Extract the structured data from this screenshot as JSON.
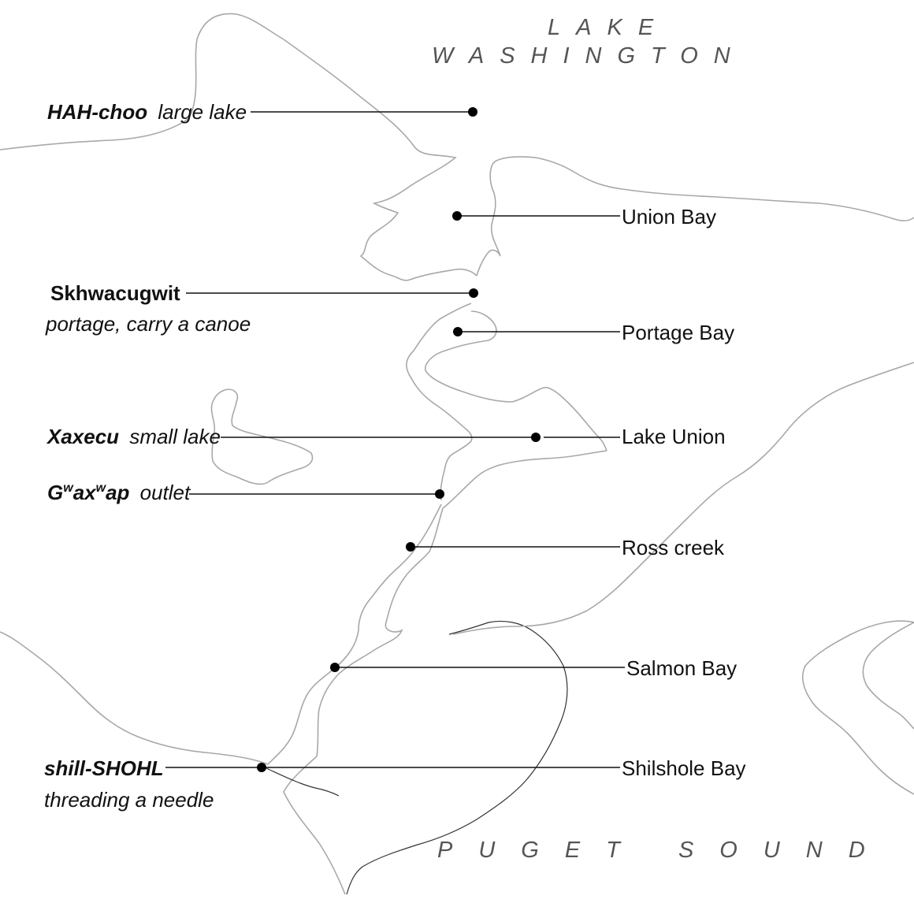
{
  "water_labels": {
    "lake_washington_line1": "LAKE",
    "lake_washington_line2": "WASHINGTON",
    "puget_sound": "PUGET SOUND"
  },
  "places": {
    "hah_choo": {
      "name": "HAH-choo",
      "meaning": "large lake"
    },
    "union_bay": {
      "name": "Union Bay"
    },
    "skhwacugwit": {
      "name": "Skhwacugwit",
      "meaning": "portage, carry a canoe"
    },
    "portage_bay": {
      "name": "Portage Bay"
    },
    "xaxecu": {
      "name": "Xaxecu",
      "meaning": "small lake"
    },
    "lake_union": {
      "name": "Lake Union"
    },
    "gwaxwap": {
      "name_part1": "G",
      "name_sup1": "w",
      "name_part2": "ax",
      "name_sup2": "w",
      "name_part3": "ap",
      "meaning": "outlet"
    },
    "ross_creek": {
      "name": "Ross creek"
    },
    "salmon_bay": {
      "name": "Salmon Bay"
    },
    "shill_shohl": {
      "name": "shill-SHOHL",
      "meaning": "threading a needle"
    },
    "shilshole_bay": {
      "name": "Shilshole Bay"
    }
  },
  "colors": {
    "shoreline": "#a8a8a8",
    "waterway": "#333333",
    "marker": "#000000",
    "water_label": "#555555"
  }
}
